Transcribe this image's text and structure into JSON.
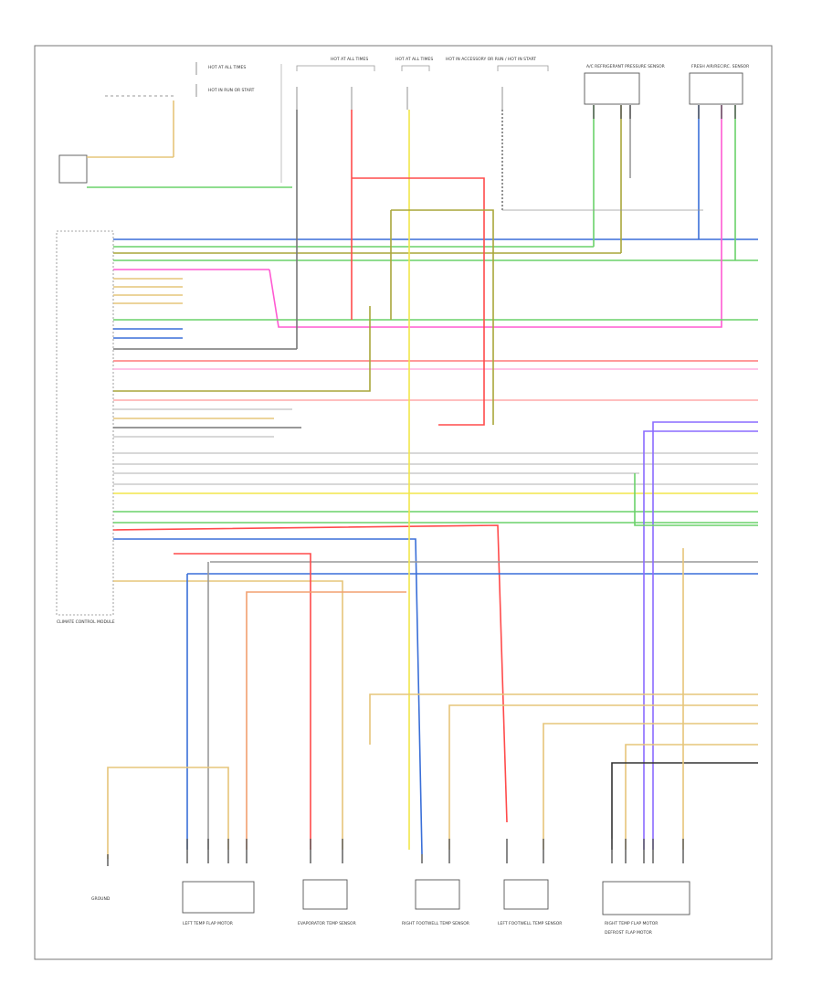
{
  "header": {
    "legend_1": "HOT AT ALL TIMES",
    "legend_2": "HOT IN RUN OR START",
    "fuse_1": "HOT AT ALL TIMES",
    "fuse_2": "HOT AT ALL TIMES",
    "fuse_3": "HOT IN ACCESSORY OR RUN / HOT IN START"
  },
  "components": {
    "ac_pressure_sensor": "A/C REFRIGERANT PRESSURE SENSOR",
    "control_module": "CLIMATE CONTROL MODULE",
    "left_temp_sensor": "LEFT FOOTWELL TEMP SENSOR",
    "right_temp_sensor": "RIGHT FOOTWELL TEMP SENSOR",
    "fresh_air_sensor": "FRESH AIR/RECIRC. SENSOR",
    "evap_sensor": "EVAPORATOR TEMP SENSOR",
    "left_flap_motor": "LEFT TEMP FLAP MOTOR",
    "right_flap_motor": "RIGHT TEMP FLAP MOTOR",
    "defrost_motor": "DEFROST FLAP MOTOR",
    "ground": "GROUND"
  },
  "colors": {
    "blue": "#3a6fd8",
    "green": "#6ad26a",
    "pink": "#ff5ad2",
    "red": "#ff4b4b",
    "yellow": "#f2e64a",
    "olive": "#a9a63a",
    "tan": "#e6c57a",
    "gray": "#9a9a9a",
    "violet": "#8a6bff",
    "black": "#333333",
    "brown": "#b07a4a"
  }
}
